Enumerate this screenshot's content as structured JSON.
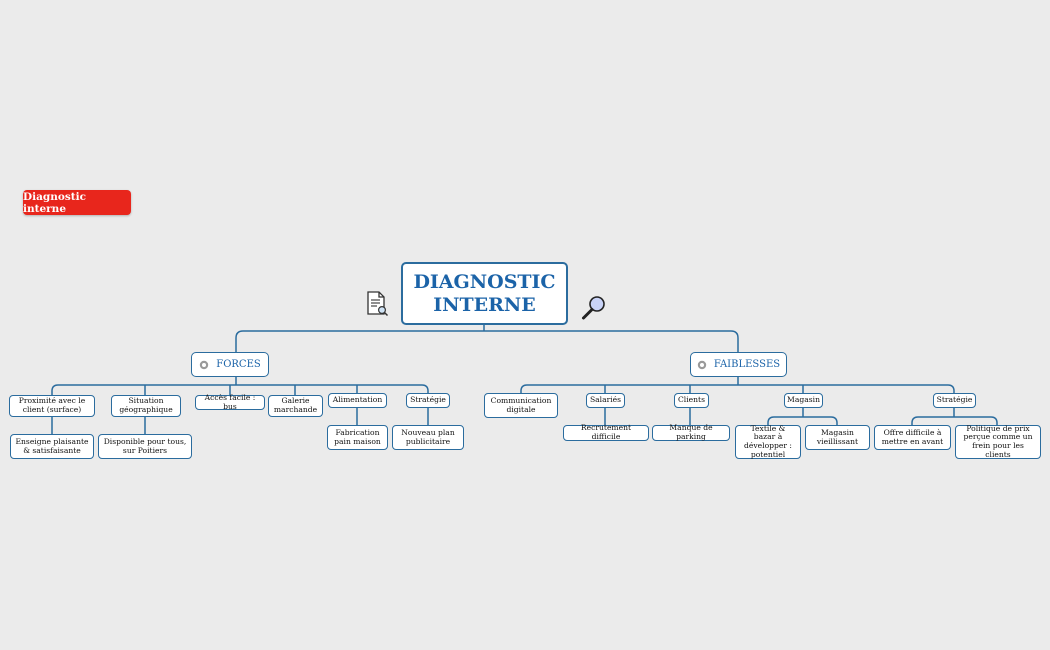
{
  "sheet_tag": "Diagnostic interne",
  "root": {
    "line1": "DIAGNOSTIC",
    "line2": "INTERNE"
  },
  "forces": {
    "label": "FORCES",
    "proximite": "Proximité avec le client (surface)",
    "enseigne": "Enseigne plaisante & satisfaisante",
    "situation": "Situation géographique",
    "disponible": "Disponible pour tous, sur Poitiers",
    "acces": "Accès facile : bus",
    "galerie": "Galerie marchande",
    "alimentation": "Alimentation",
    "fabrication": "Fabrication pain maison",
    "strategie": "Stratégie",
    "nouveau_plan": "Nouveau plan publicitaire"
  },
  "faiblesses": {
    "label": "FAIBLESSES",
    "communication": "Communication digitale",
    "salaries": "Salariés",
    "recrutement": "Recrutement difficile",
    "clients": "Clients",
    "parking": "Manque de parking",
    "magasin": "Magasin",
    "textile": "Textile & bazar à développer : potentiel",
    "vieillissant": "Magasin vieillissant",
    "strategie": "Stratégie",
    "offre": "Offre difficile à mettre en avant",
    "politique": "Politique de prix perçue comme un frein pour les clients"
  },
  "colors": {
    "accent": "#2b6c9e",
    "title": "#1b63a8",
    "tag": "#e8261c",
    "background": "#ebebeb"
  },
  "icons": {
    "root_left": "document-search-icon",
    "root_right": "magnifier-icon",
    "branch": "gear-icon"
  }
}
